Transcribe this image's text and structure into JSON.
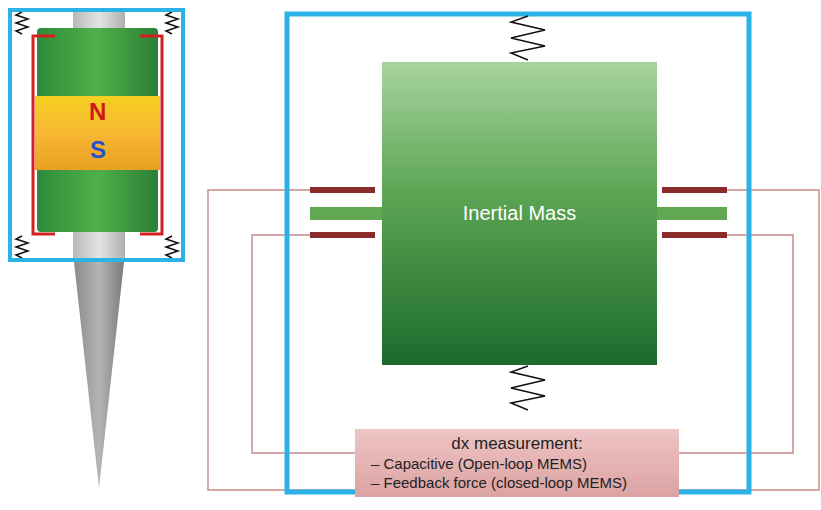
{
  "diagram": {
    "nodes": [
      {
        "text": [
          "Inertial Mass"
        ]
      },
      {
        "text": [
          "dx measurement:",
          "– Capacitive (Open-loop MEMS)",
          "– Feedback force (closed-loop MEMS)"
        ]
      }
    ],
    "labels": [
      "N",
      "S"
    ]
  }
}
